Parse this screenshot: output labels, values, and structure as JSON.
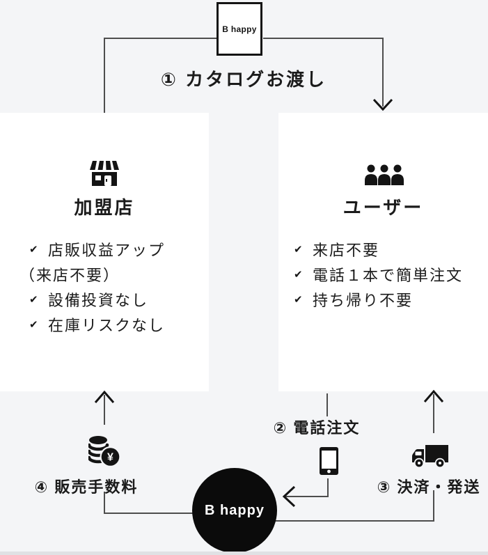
{
  "colors": {
    "background": "#f4f5f7",
    "panel": "#ffffff",
    "ink": "#1b1b1b",
    "line": "#4d4d4d",
    "hub": "#0b0b0b"
  },
  "catalog": {
    "label": "B happy"
  },
  "hub": {
    "label": "B happy"
  },
  "steps": {
    "step1": "① カタログお渡し",
    "step2": "② 電話注文",
    "step3": "③ 決済・発送",
    "step4": "④ 販売手数料"
  },
  "check_glyph": "✔",
  "icons": {
    "yen_symbol": "¥"
  },
  "store_box": {
    "title": "加盟店",
    "items": [
      {
        "check": true,
        "text": "店販収益アップ"
      },
      {
        "check": false,
        "text": "（来店不要）"
      },
      {
        "check": true,
        "text": "設備投資なし"
      },
      {
        "check": true,
        "text": "在庫リスクなし"
      }
    ]
  },
  "user_box": {
    "title": "ユーザー",
    "items": [
      {
        "check": true,
        "text": "来店不要"
      },
      {
        "check": true,
        "text": "電話１本で簡単注文"
      },
      {
        "check": true,
        "text": "持ち帰り不要"
      }
    ]
  }
}
